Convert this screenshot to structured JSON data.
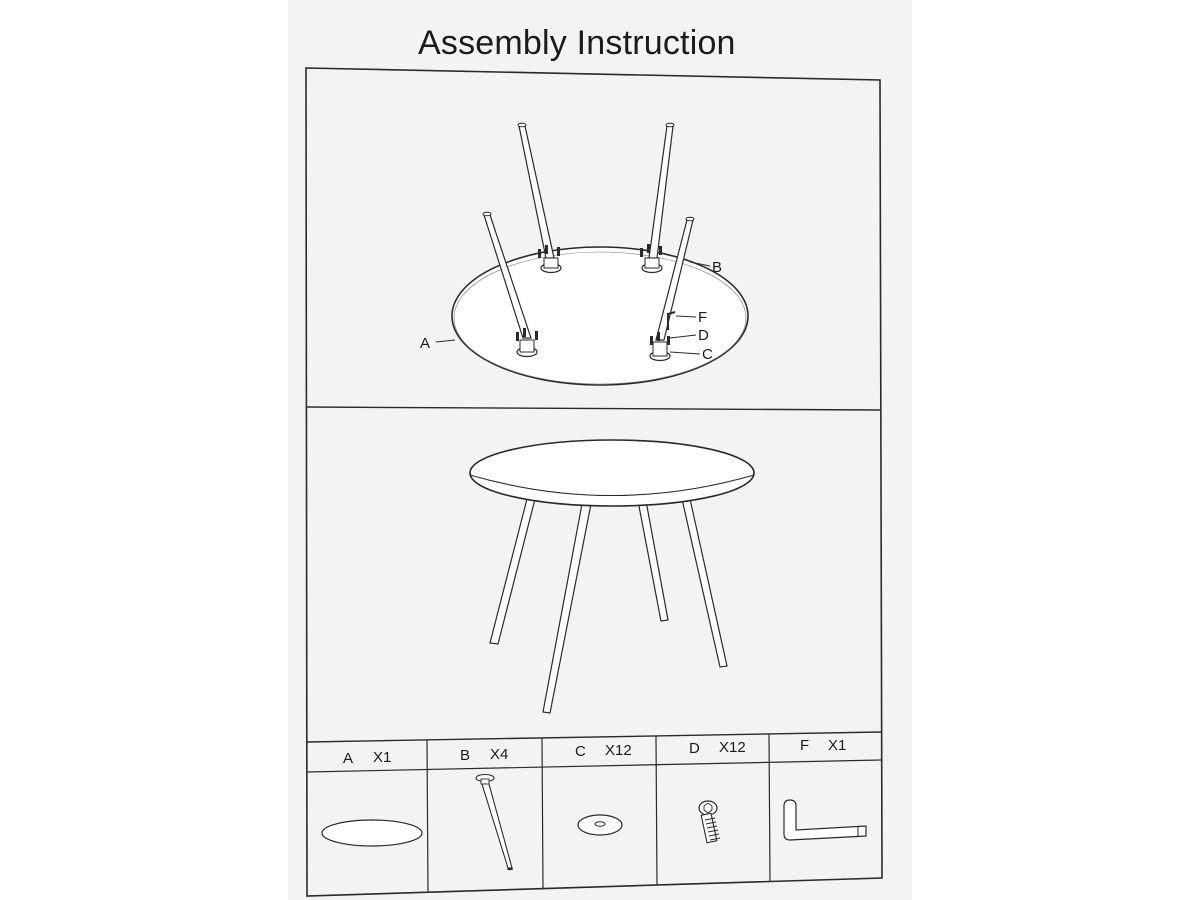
{
  "document": {
    "title": "Assembly Instruction"
  },
  "step1": {
    "callouts": {
      "a": "A",
      "b": "B",
      "c": "C",
      "d": "D",
      "f": "F"
    }
  },
  "parts": [
    {
      "letter": "A",
      "qty": "X1"
    },
    {
      "letter": "B",
      "qty": "X4"
    },
    {
      "letter": "C",
      "qty": "X12"
    },
    {
      "letter": "D",
      "qty": "X12"
    },
    {
      "letter": "F",
      "qty": "X1"
    }
  ]
}
